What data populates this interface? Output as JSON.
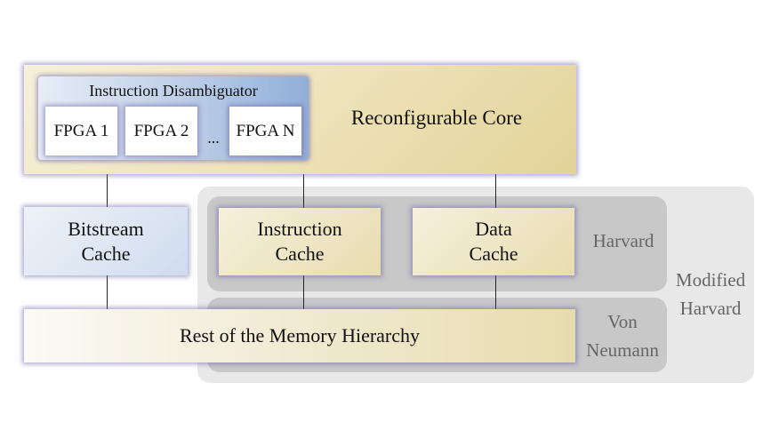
{
  "diagram": {
    "reconfigurable_core": {
      "label": "Reconfigurable Core"
    },
    "instruction_disambiguator": {
      "label": "Instruction Disambiguator",
      "fpgas": [
        "FPGA 1",
        "FPGA 2",
        "FPGA N"
      ],
      "ellipsis": "..."
    },
    "bitstream_cache": {
      "line1": "Bitstream",
      "line2": "Cache"
    },
    "instruction_cache": {
      "line1": "Instruction",
      "line2": "Cache"
    },
    "data_cache": {
      "line1": "Data",
      "line2": "Cache"
    },
    "memory_hierarchy": {
      "label": "Rest of the Memory Hierarchy"
    },
    "regions": {
      "harvard": "Harvard",
      "von_neumann": {
        "line1": "Von",
        "line2": "Neumann"
      },
      "modified_harvard": {
        "line1": "Modified",
        "line2": "Harvard"
      }
    },
    "colors": {
      "core_fill": "#ece0b4",
      "disambiguator_fill": "#b8cbe6",
      "bitstream_fill": "#cfdcee",
      "region_inner": "#c8c8c8",
      "region_outer": "#e8e8e8",
      "region_text": "#666666"
    }
  }
}
